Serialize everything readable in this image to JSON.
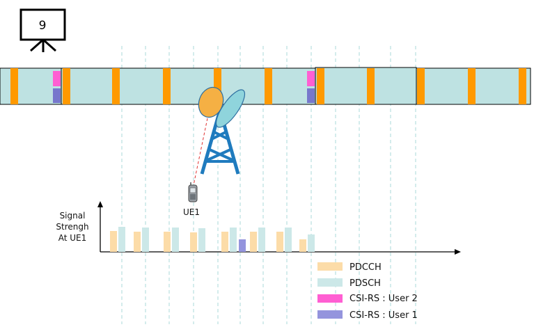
{
  "slide": {
    "number": "9",
    "icon": "projector-screen-icon"
  },
  "ue": {
    "label": "UE1",
    "icon": "mobile-phone-icon"
  },
  "tower": {
    "icon": "cell-tower-icon"
  },
  "axis": {
    "ylabel_lines": [
      "Signal",
      "Strengh",
      "At UE1"
    ]
  },
  "legend": [
    {
      "label": "PDCCH",
      "color": "#FCDCA8"
    },
    {
      "label": "PDSCH",
      "color": "#CCE8E8"
    },
    {
      "label": "CSI-RS : User 2",
      "color": "#FF5FD2"
    },
    {
      "label": "CSI-RS : User 1",
      "color": "#9494DD"
    }
  ],
  "colors": {
    "pdsch_band": "#BEE2E2",
    "pdcch_marker": "#FF9900",
    "csi_user2": "#FF5FD2",
    "csi_user1": "#7777CC",
    "beam_orange": "#F5B044",
    "beam_blue": "#8FD4DC",
    "tower": "#1F7BBE",
    "guide_line": "#A9D8D8",
    "signal_link": "#E03030"
  }
}
